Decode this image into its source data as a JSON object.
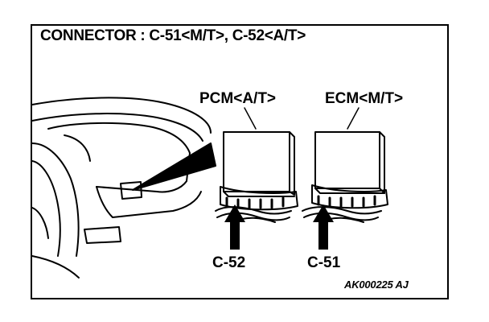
{
  "title": "CONNECTOR : C-51<M/T>, C-52<A/T>",
  "modules": {
    "pcm_label": "PCM<A/T>",
    "ecm_label": "ECM<M/T>"
  },
  "connectors": {
    "c52_label": "C-52",
    "c51_label": "C-51"
  },
  "figure_code": "AK000225 AJ"
}
